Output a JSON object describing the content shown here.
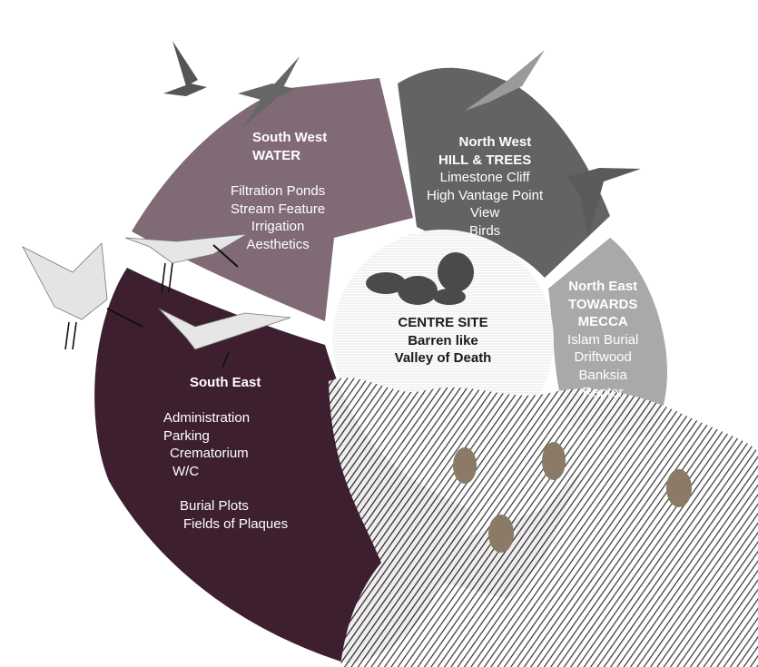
{
  "colors": {
    "south_west": "#806a75",
    "north_west": "#636363",
    "north_east": "#a9a9a9",
    "south_east": "#3d1f30",
    "centre": "#ffffff"
  },
  "segments": {
    "south_west": {
      "title_1": "South West",
      "title_2": "WATER",
      "items": [
        "Filtration Ponds",
        "Stream Feature",
        "Irrigation",
        "Aesthetics"
      ]
    },
    "north_west": {
      "title_1": "North West",
      "title_2": "HILL & TREES",
      "items": [
        "Limestone Cliff",
        "High Vantage Point",
        "View",
        "Birds"
      ]
    },
    "north_east": {
      "title_1": "North East",
      "title_2": "TOWARDS",
      "title_3": "MECCA",
      "items": [
        "Islam Burial",
        "Driftwood",
        "Banksia",
        "Raptor"
      ]
    },
    "south_east": {
      "title_1": "South East",
      "items": [
        "Administration",
        "Parking",
        "Crematorium",
        "W/C",
        "Burial Plots",
        "Fields of Plaques"
      ]
    },
    "centre": {
      "line_1": "CENTRE SITE",
      "line_2": "Barren like",
      "line_3": "Valley of Death"
    }
  },
  "images": [
    "pelican",
    "pelican",
    "owl",
    "hawk",
    "ibis",
    "ibis",
    "ibis",
    "rocks",
    "tree-with-birds"
  ]
}
